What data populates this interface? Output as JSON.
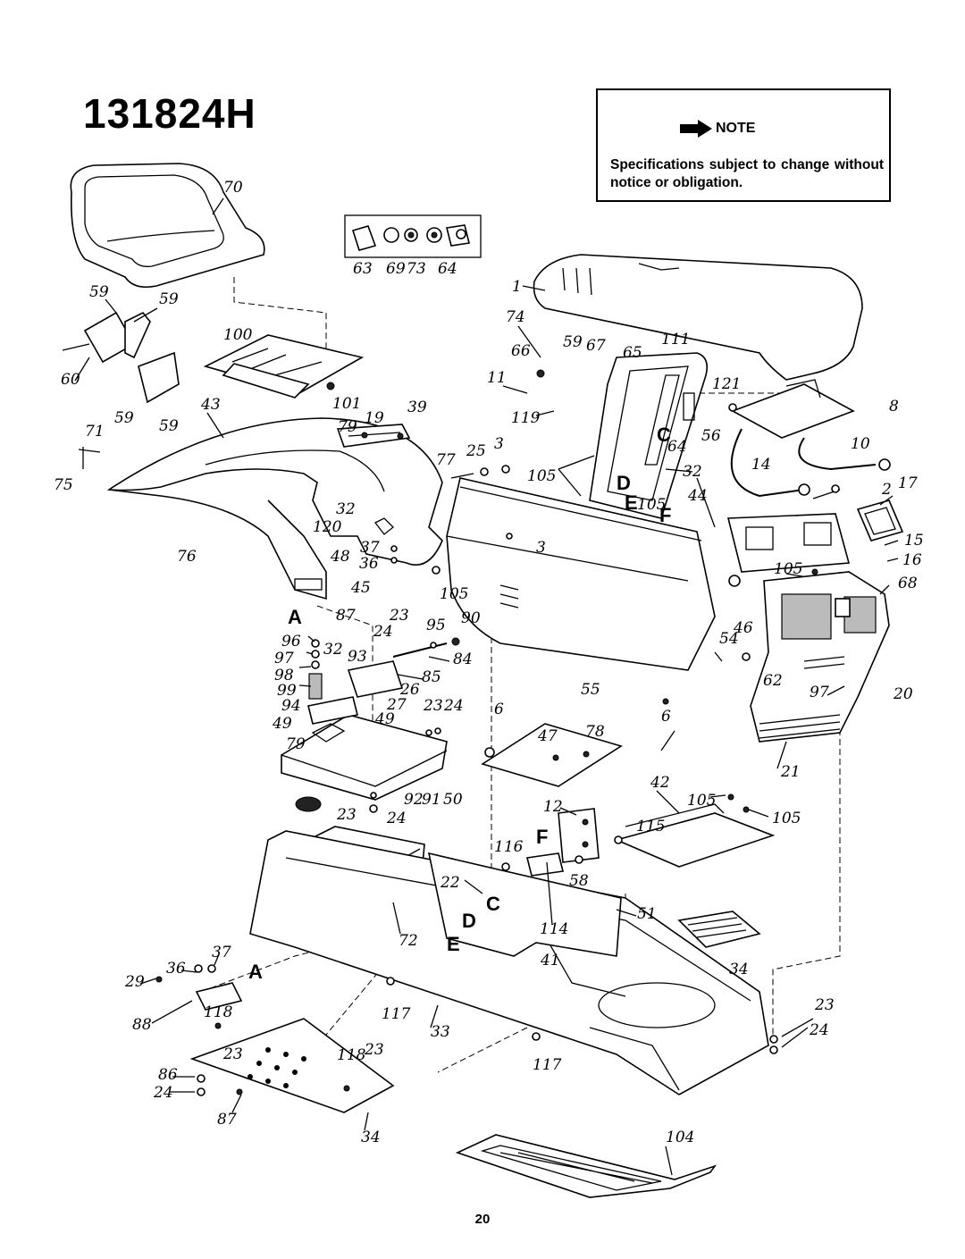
{
  "model_number": "131824H",
  "note": {
    "label": "NOTE",
    "text": "Specifications subject to change without notice or obligation."
  },
  "page_number": "20",
  "parts": [
    {
      "id": "p70",
      "text": "70"
    },
    {
      "id": "p63",
      "text": "63"
    },
    {
      "id": "p69",
      "text": "69"
    },
    {
      "id": "p73",
      "text": "73"
    },
    {
      "id": "p64a",
      "text": "64"
    },
    {
      "id": "p1",
      "text": "1"
    },
    {
      "id": "p59a",
      "text": "59"
    },
    {
      "id": "p59b",
      "text": "59"
    },
    {
      "id": "p60",
      "text": "60"
    },
    {
      "id": "p59c",
      "text": "59"
    },
    {
      "id": "p59d",
      "text": "59"
    },
    {
      "id": "p100",
      "text": "100"
    },
    {
      "id": "p101",
      "text": "101"
    },
    {
      "id": "p43",
      "text": "43"
    },
    {
      "id": "p79a",
      "text": "79"
    },
    {
      "id": "p19",
      "text": "19"
    },
    {
      "id": "p39",
      "text": "39"
    },
    {
      "id": "p74",
      "text": "74"
    },
    {
      "id": "p66",
      "text": "66"
    },
    {
      "id": "p59e",
      "text": "59"
    },
    {
      "id": "p67",
      "text": "67"
    },
    {
      "id": "p65",
      "text": "65"
    },
    {
      "id": "p111",
      "text": "111"
    },
    {
      "id": "p11",
      "text": "11"
    },
    {
      "id": "p121",
      "text": "121"
    },
    {
      "id": "p8",
      "text": "8"
    },
    {
      "id": "p119",
      "text": "119"
    },
    {
      "id": "p56",
      "text": "56"
    },
    {
      "id": "p64b",
      "text": "64"
    },
    {
      "id": "p10",
      "text": "10"
    },
    {
      "id": "p71",
      "text": "71"
    },
    {
      "id": "p75",
      "text": "75"
    },
    {
      "id": "p77",
      "text": "77"
    },
    {
      "id": "p25",
      "text": "25"
    },
    {
      "id": "p3a",
      "text": "3"
    },
    {
      "id": "p105a",
      "text": "105"
    },
    {
      "id": "p32a",
      "text": "32"
    },
    {
      "id": "p14",
      "text": "14"
    },
    {
      "id": "p2",
      "text": "2"
    },
    {
      "id": "p17",
      "text": "17"
    },
    {
      "id": "p105b",
      "text": "105"
    },
    {
      "id": "p44",
      "text": "44"
    },
    {
      "id": "p32b",
      "text": "32"
    },
    {
      "id": "p120",
      "text": "120"
    },
    {
      "id": "p3b",
      "text": "3"
    },
    {
      "id": "p15",
      "text": "15"
    },
    {
      "id": "p16",
      "text": "16"
    },
    {
      "id": "p76",
      "text": "76"
    },
    {
      "id": "p37a",
      "text": "37"
    },
    {
      "id": "p48",
      "text": "48"
    },
    {
      "id": "p36a",
      "text": "36"
    },
    {
      "id": "p105c",
      "text": "105"
    },
    {
      "id": "p68",
      "text": "68"
    },
    {
      "id": "p45",
      "text": "45"
    },
    {
      "id": "p105d",
      "text": "105"
    },
    {
      "id": "p87a",
      "text": "87"
    },
    {
      "id": "p24a",
      "text": "24"
    },
    {
      "id": "p23a",
      "text": "23"
    },
    {
      "id": "p95",
      "text": "95"
    },
    {
      "id": "p90",
      "text": "90"
    },
    {
      "id": "p46",
      "text": "46"
    },
    {
      "id": "p96",
      "text": "96"
    },
    {
      "id": "p54",
      "text": "54"
    },
    {
      "id": "p97a",
      "text": "97"
    },
    {
      "id": "p32c",
      "text": "32"
    },
    {
      "id": "p93",
      "text": "93"
    },
    {
      "id": "p84",
      "text": "84"
    },
    {
      "id": "p98",
      "text": "98"
    },
    {
      "id": "p85",
      "text": "85"
    },
    {
      "id": "p62",
      "text": "62"
    },
    {
      "id": "p99",
      "text": "99"
    },
    {
      "id": "p26",
      "text": "26"
    },
    {
      "id": "p55",
      "text": "55"
    },
    {
      "id": "p97b",
      "text": "97"
    },
    {
      "id": "p20",
      "text": "20"
    },
    {
      "id": "p94",
      "text": "94"
    },
    {
      "id": "p27",
      "text": "27"
    },
    {
      "id": "p49a",
      "text": "49"
    },
    {
      "id": "p49b",
      "text": "49"
    },
    {
      "id": "p23b",
      "text": "23"
    },
    {
      "id": "p24b",
      "text": "24"
    },
    {
      "id": "p6a",
      "text": "6"
    },
    {
      "id": "p6b",
      "text": "6"
    },
    {
      "id": "p79b",
      "text": "79"
    },
    {
      "id": "p47",
      "text": "47"
    },
    {
      "id": "p78",
      "text": "78"
    },
    {
      "id": "p21",
      "text": "21"
    },
    {
      "id": "p92",
      "text": "92"
    },
    {
      "id": "p91",
      "text": "91"
    },
    {
      "id": "p50",
      "text": "50"
    },
    {
      "id": "p42",
      "text": "42"
    },
    {
      "id": "p105e",
      "text": "105"
    },
    {
      "id": "p105f",
      "text": "105"
    },
    {
      "id": "p23c",
      "text": "23"
    },
    {
      "id": "p24c",
      "text": "24"
    },
    {
      "id": "p12",
      "text": "12"
    },
    {
      "id": "p115",
      "text": "115"
    },
    {
      "id": "p116",
      "text": "116"
    },
    {
      "id": "p58",
      "text": "58"
    },
    {
      "id": "p22",
      "text": "22"
    },
    {
      "id": "p51",
      "text": "51"
    },
    {
      "id": "p114",
      "text": "114"
    },
    {
      "id": "p72",
      "text": "72"
    },
    {
      "id": "p37b",
      "text": "37"
    },
    {
      "id": "p36b",
      "text": "36"
    },
    {
      "id": "p41",
      "text": "41"
    },
    {
      "id": "p34a",
      "text": "34"
    },
    {
      "id": "p29",
      "text": "29"
    },
    {
      "id": "p88",
      "text": "88"
    },
    {
      "id": "p118a",
      "text": "118"
    },
    {
      "id": "p117a",
      "text": "117"
    },
    {
      "id": "p33",
      "text": "33"
    },
    {
      "id": "p23d",
      "text": "23"
    },
    {
      "id": "p23e",
      "text": "23"
    },
    {
      "id": "p118b",
      "text": "118"
    },
    {
      "id": "p23f",
      "text": "23"
    },
    {
      "id": "p24d",
      "text": "24"
    },
    {
      "id": "p117b",
      "text": "117"
    },
    {
      "id": "p86",
      "text": "86"
    },
    {
      "id": "p24e",
      "text": "24"
    },
    {
      "id": "p87b",
      "text": "87"
    },
    {
      "id": "p34b",
      "text": "34"
    },
    {
      "id": "p104",
      "text": "104"
    }
  ],
  "connection_letters": [
    {
      "id": "A1",
      "text": "A"
    },
    {
      "id": "A2",
      "text": "A"
    },
    {
      "id": "C1",
      "text": "C"
    },
    {
      "id": "C2",
      "text": "C"
    },
    {
      "id": "D1",
      "text": "D"
    },
    {
      "id": "D2",
      "text": "D"
    },
    {
      "id": "E1",
      "text": "E"
    },
    {
      "id": "E2",
      "text": "E"
    },
    {
      "id": "F1",
      "text": "F"
    },
    {
      "id": "F2",
      "text": "F"
    }
  ]
}
